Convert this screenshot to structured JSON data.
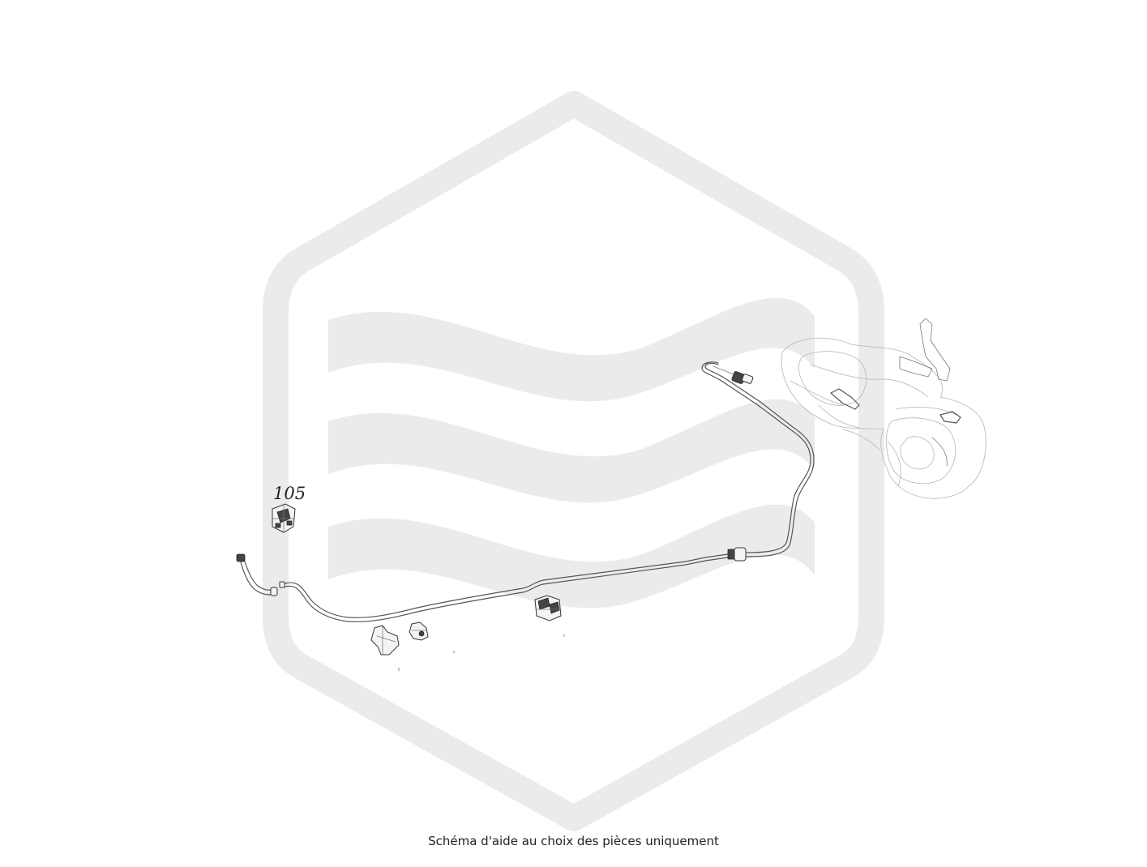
{
  "diagram": {
    "part_labels": [
      {
        "id": "part-105",
        "text": "105"
      }
    ]
  },
  "caption": "Schéma d'aide au choix des pièces uniquement",
  "colors": {
    "watermark": "#ebebeb",
    "line": "#555555",
    "text": "#222222",
    "background": "#ffffff"
  },
  "icons": [
    "watermark-logo-icon"
  ]
}
